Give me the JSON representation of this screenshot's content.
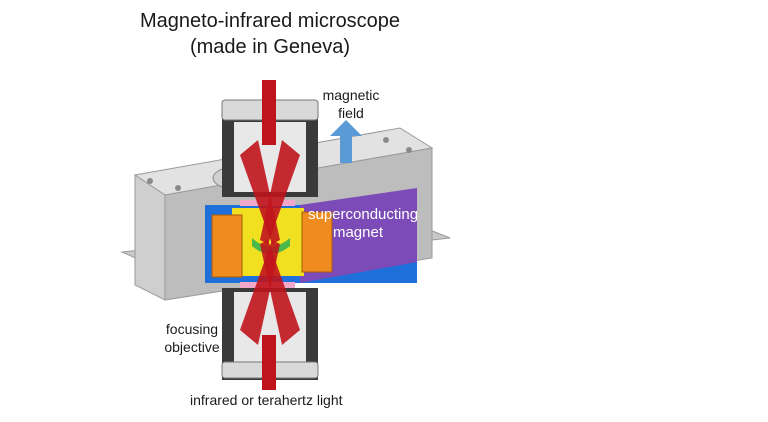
{
  "title": {
    "line1": "Magneto-infrared microscope",
    "line2": "(made in Geneva)"
  },
  "labels": {
    "magnetic_field_line1": "magnetic",
    "magnetic_field_line2": "field",
    "superconducting_line1": "superconducting",
    "superconducting_line2": "magnet",
    "focusing_line1": "focusing",
    "focusing_line2": "objective",
    "light": "infrared or terahertz light"
  },
  "colors": {
    "beam": "#c0141c",
    "arrow": "#5b9bd5",
    "magnet": "#7c4bb8",
    "coil_blue": "#1e6fd9",
    "yellow": "#f0e020",
    "orange": "#f08c1e",
    "green": "#4bb84b",
    "housing": "#d9d9d9",
    "dark_housing": "#3a3a3a"
  }
}
